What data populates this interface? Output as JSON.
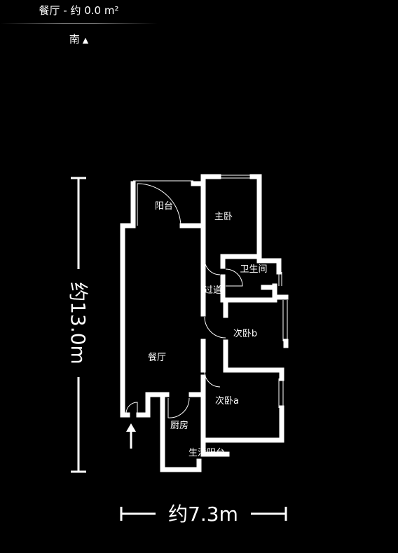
{
  "header": {
    "room_area": "餐厅 - 约 0.0 m²",
    "orientation": "南",
    "orientation_icon": "triangle-up-icon"
  },
  "plan": {
    "rooms": {
      "balcony": "阳台",
      "master_bedroom": "主卧",
      "bathroom": "卫生间",
      "corridor": "过道",
      "bedroom_b": "次卧b",
      "dining": "餐厅",
      "bedroom_a": "次卧a",
      "kitchen": "厨房",
      "utility_balcony": "生活阳台"
    },
    "dimensions": {
      "height": "约13.0m",
      "width": "约7.3m"
    },
    "entrance_icon": "arrow-up-icon"
  }
}
